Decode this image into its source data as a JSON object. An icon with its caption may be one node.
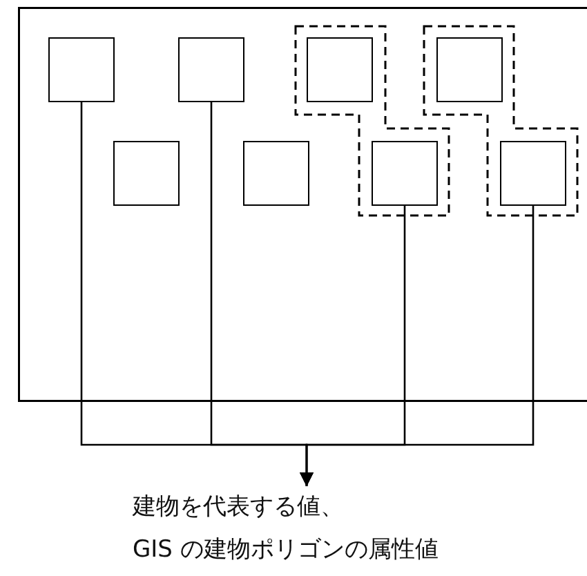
{
  "diagram": {
    "nodes": [
      {
        "text": [],
        "shape": "box"
      },
      {
        "text": [],
        "shape": "box",
        "in": 0
      },
      {
        "text": [],
        "shape": "box",
        "in": 0
      },
      {
        "text": [],
        "shape": "box",
        "in": 0
      },
      {
        "text": [],
        "shape": "box",
        "in": 3
      },
      {
        "text": [],
        "shape": "box",
        "in": 3
      },
      {
        "text": [],
        "shape": "box",
        "in": 0
      },
      {
        "text": [],
        "shape": "box",
        "in": 6
      },
      {
        "text": [],
        "shape": "box",
        "in": 6
      },
      {
        "text": [],
        "shape": "box",
        "in": 0
      },
      {
        "text": [],
        "shape": "box",
        "in": 0
      },
      {
        "text": [
          "建物を代表する値、",
          "GIS の建物ポリゴンの属性値"
        ]
      }
    ],
    "edges": [
      {
        "from": 1,
        "to": 11,
        "arrow": "to"
      },
      {
        "from": 2,
        "to": 11,
        "arrow": "to"
      },
      {
        "from": 5,
        "to": 11,
        "arrow": "to"
      },
      {
        "from": 8,
        "to": 11,
        "arrow": "to"
      }
    ]
  }
}
